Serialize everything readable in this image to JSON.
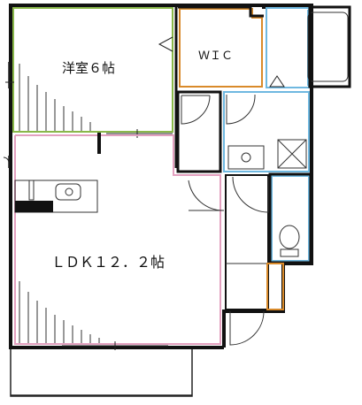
{
  "rooms": {
    "western": {
      "label": "洋室６帖"
    },
    "wic": {
      "label": "ＷＩＣ"
    },
    "ldk": {
      "label": "ＬＤＫ１２．２帖"
    }
  },
  "colors": {
    "wall": "#111111",
    "western_outline": "#8ab84a",
    "wic_outline": "#d98a2a",
    "ldk_outline": "#e3a0bf",
    "bath_outline": "#6fb8e0",
    "storage_outline": "#d98a2a"
  }
}
